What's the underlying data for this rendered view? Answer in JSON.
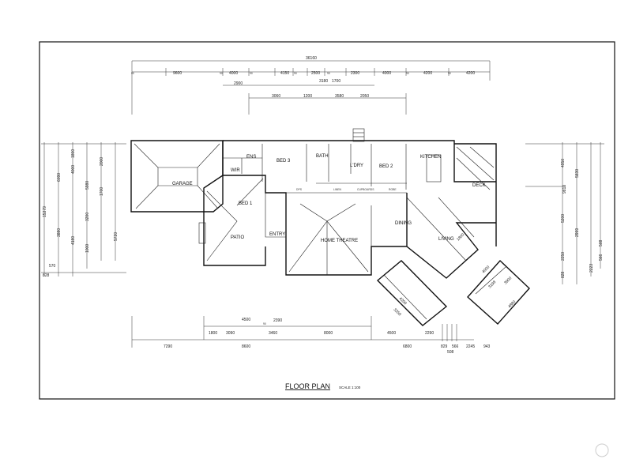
{
  "title": "FLOOR PLAN",
  "scale": "SCALE 1:100",
  "watermark": "",
  "rooms": {
    "garage": "GARAGE",
    "ens": "ENS",
    "wir": "WIR",
    "bed3": "BED 3",
    "bath": "BATH",
    "ldry": "L'DRY",
    "bed2": "BED 2",
    "kitchen": "KITCHEN",
    "deck": "DECK",
    "bed1": "BED 1",
    "patio": "PATIO",
    "entry": "ENTRY",
    "home_theatre": "HOME THEATRE",
    "dining": "DINING",
    "living": "LIVING",
    "linen": "LINEN",
    "cupboards": "CUPBOARDS",
    "robe": "ROBE",
    "dps": "DPS"
  },
  "dims_top": {
    "overall": "36160",
    "row1": [
      "9600",
      "4000",
      "4150",
      "2500",
      "2300",
      "4000",
      "4200",
      "4200"
    ],
    "row1_small": [
      "90",
      "90",
      "90",
      "90",
      "90",
      "90",
      "90"
    ],
    "row2": [
      "2900",
      "3180",
      "1700"
    ],
    "row3": [
      "3060",
      "1200",
      "3580",
      "2050"
    ]
  },
  "dims_bottom": {
    "row1": [
      "4500",
      "2390",
      "1800",
      "3090",
      "90"
    ],
    "row2": [
      "7290",
      "8600",
      "3460",
      "8000",
      "4500",
      "2290"
    ],
    "row3": [
      "829",
      "566",
      "2245",
      "943"
    ],
    "extra": [
      "508",
      "6800"
    ]
  },
  "dims_left": [
    "15379",
    "6090",
    "4000",
    "3880",
    "4180",
    "5720",
    "1000",
    "2000",
    "1700",
    "3200",
    "5980",
    "1800",
    "570",
    "828"
  ],
  "dims_right": [
    "4950",
    "5830",
    "9810",
    "5200",
    "2999",
    "2250",
    "508",
    "828",
    "2223",
    "566"
  ],
  "angled_dims": [
    "4000",
    "3198",
    "3900",
    "4200",
    "4880",
    "3250",
    "1800"
  ]
}
